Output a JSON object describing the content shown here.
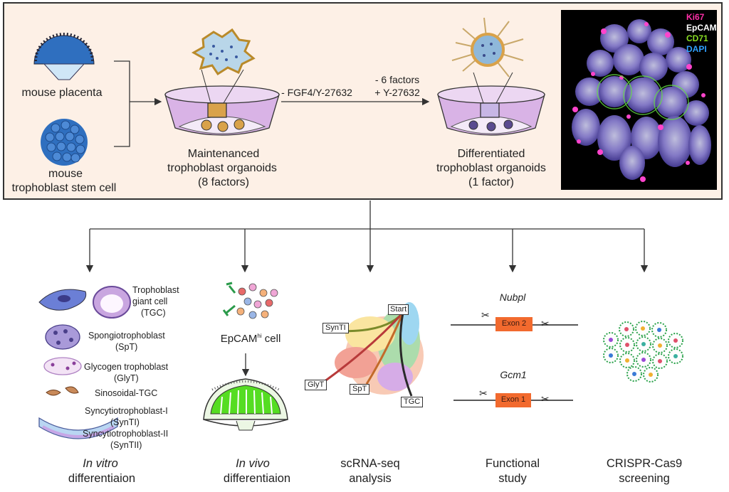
{
  "colors": {
    "panel_bg": "#fdf0e6",
    "blue": "#2f6fbf",
    "purple": "#d9b3e6",
    "green": "#55dd22",
    "exon": "#f26a2e"
  },
  "top": {
    "source1": "mouse placenta",
    "source2_line1": "mouse",
    "source2_line2": "trophoblast stem cell",
    "maintained_line1": "Maintenanced",
    "maintained_line2": "trophoblast organoids",
    "maintained_line3": "(8 factors)",
    "step1": "- FGF4/Y-27632",
    "step2_line1": "- 6 factors",
    "step2_line2": "+ Y-27632",
    "diff_line1": "Differentiated",
    "diff_line2": "trophoblast organoids",
    "diff_line3": "(1 factor)",
    "stain_ki67": "Ki67",
    "stain_epcam": "EpCAM",
    "stain_cd71": "CD71",
    "stain_dapi": "DAPI"
  },
  "invitro": {
    "tgc_l1": "Trophoblast",
    "tgc_l2": "giant cell",
    "tgc_l3": "(TGC)",
    "spt_l1": "Spongiotrophoblast",
    "spt_l2": "(SpT)",
    "glyt_l1": "Glycogen trophoblast",
    "glyt_l2": "(GlyT)",
    "sino": "Sinosoidal-TGC",
    "syn1_l1": "Syncytiotrophoblast-I",
    "syn1_l2": "(SynTI)",
    "syn2_l1": "Syncytiotrophoblast-II",
    "syn2_l2": "(SynTII)",
    "title_it": "In vitro",
    "title": "differentiaion"
  },
  "invivo": {
    "epcam_pre": "EpCAM",
    "epcam_sup": "hi",
    "epcam_post": " cell",
    "title_it": "In vivo",
    "title": "differentiaion"
  },
  "scrna": {
    "start": "Start",
    "synti": "SynTI",
    "glyt": "GlyT",
    "spt": "SpT",
    "tgc": "TGC",
    "title_l1": "scRNA-seq",
    "title_l2": "analysis"
  },
  "functional": {
    "gene1": "Nubpl",
    "exon1": "Exon 2",
    "gene2": "Gcm1",
    "exon2": "Exon 1",
    "title_l1": "Functional",
    "title_l2": "study"
  },
  "crispr": {
    "title_l1": "CRISPR-Cas9",
    "title_l2": "screening"
  }
}
